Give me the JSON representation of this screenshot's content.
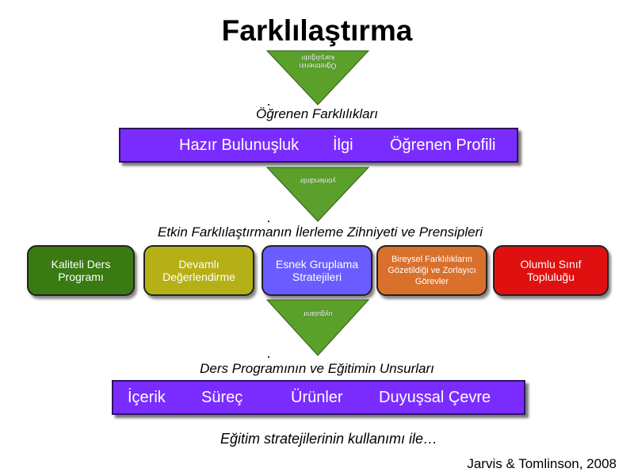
{
  "title": "Farklılaştırma",
  "triangles": [
    {
      "label": "Öğretmenin karşılığıdır"
    },
    {
      "label": "yönlendirilir"
    },
    {
      "label": "uygulanır"
    }
  ],
  "heading_learner": "Öğrenen Farklılıkları",
  "learner_bar": {
    "items": [
      "Hazır Bulunuşluk",
      "İlgi",
      "Öğrenen Profili"
    ]
  },
  "heading_principles": "Etkin Farklılaştırmanın İlerleme Zihniyeti ve Prensipleri",
  "principles": [
    {
      "label": "Kaliteli Ders Programı",
      "color": "#3a7a12"
    },
    {
      "label": "Devamlı Değerlendirme",
      "color": "#b5b015"
    },
    {
      "label": "Esnek Gruplama Stratejileri",
      "color": "#6a5cff"
    },
    {
      "label": "Bireysel Farklılıkların Gözetildiği ve Zorlayıcı Görevler",
      "color": "#d9702c"
    },
    {
      "label": "Olumlu Sınıf Topluluğu",
      "color": "#e01010"
    }
  ],
  "heading_curriculum": "Ders Programının ve Eğitimin Unsurları",
  "curriculum_bar": {
    "items": [
      "İçerik",
      "Süreç",
      "Ürünler",
      "Duyuşsal Çevre"
    ]
  },
  "strategy_note": "Eğitim stratejilerinin kullanımı ile…",
  "citation": "Jarvis & Tomlinson, 2008",
  "colors": {
    "bar_purple": "#7a2cff",
    "triangle_green": "#5aa02a"
  }
}
